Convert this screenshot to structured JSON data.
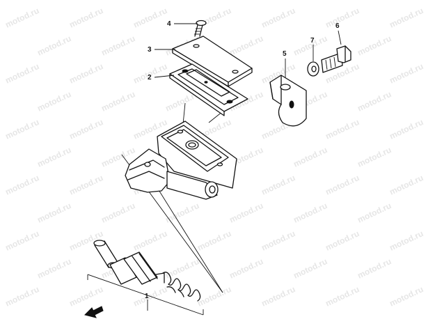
{
  "watermark": {
    "text": "motod.ru"
  },
  "callouts": [
    {
      "id": "4",
      "label": "4"
    },
    {
      "id": "3",
      "label": "3"
    },
    {
      "id": "2",
      "label": "2"
    },
    {
      "id": "5",
      "label": "5"
    },
    {
      "id": "7",
      "label": "7"
    },
    {
      "id": "6",
      "label": "6"
    },
    {
      "id": "1",
      "label": "1"
    }
  ],
  "colors": {
    "ink": "#111111",
    "paper": "#ffffff",
    "watermark": "#e6e6e6"
  }
}
